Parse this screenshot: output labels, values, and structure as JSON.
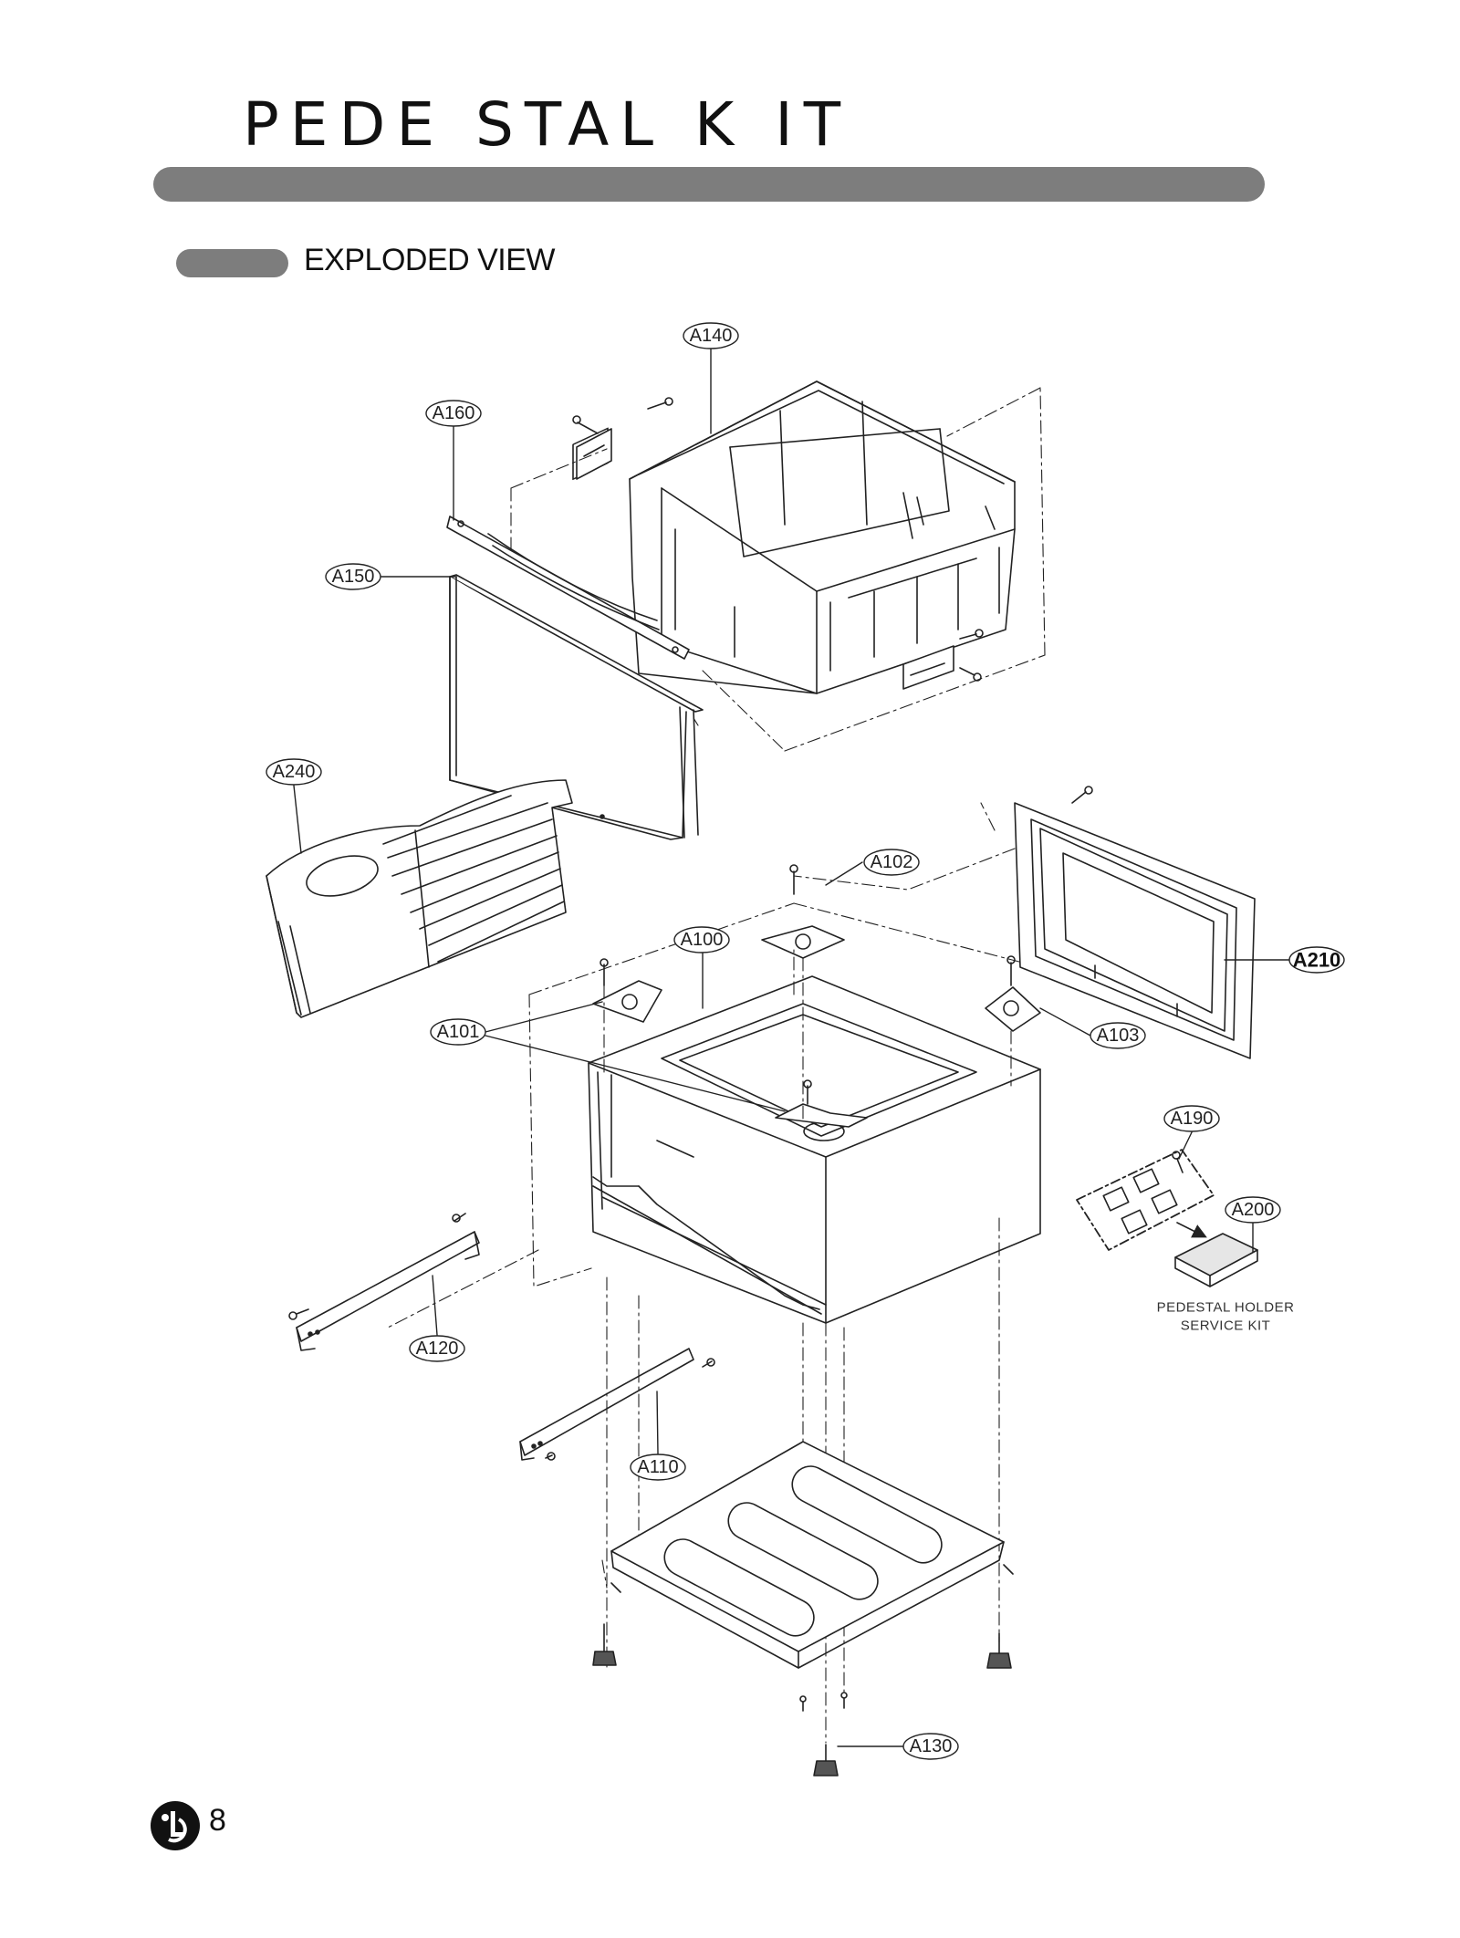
{
  "page": {
    "title": "PEDE STAL K IT",
    "section_title": "EXPLODED VIEW",
    "page_number": "8",
    "logo_text": "LG"
  },
  "callouts": {
    "a140": "A140",
    "a160": "A160",
    "a150": "A150",
    "a240": "A240",
    "a102": "A102",
    "a100": "A100",
    "a210": "A210",
    "a101": "A101",
    "a103": "A103",
    "a190": "A190",
    "a200": "A200",
    "a120": "A120",
    "a110": "A110",
    "a130": "A130"
  },
  "notes": {
    "holder_kit_line1": "PEDESTAL HOLDER",
    "holder_kit_line2": "SERVICE KIT"
  },
  "colors": {
    "bar_gray": "#7d7d7d",
    "line": "#222222",
    "text": "#111111"
  }
}
